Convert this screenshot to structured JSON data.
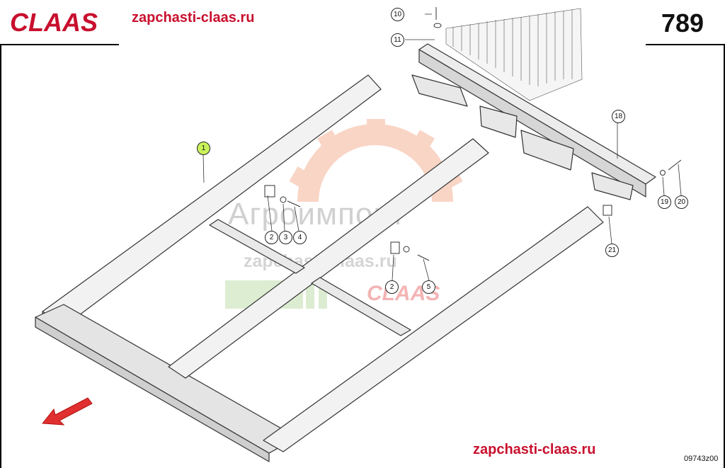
{
  "header": {
    "brand": "CLAAS",
    "site": "zapchasti-claas.ru",
    "page_number": "789"
  },
  "footer": {
    "site": "zapchasti-claas.ru",
    "drawing_id": "09743z00"
  },
  "watermark": {
    "brand": "Агроимпорт",
    "site": "zapchasti-claas.ru",
    "logo": "CLAAS"
  },
  "callouts": [
    {
      "id": "c1",
      "label": "1",
      "highlight": true
    },
    {
      "id": "c2a",
      "label": "2",
      "highlight": false
    },
    {
      "id": "c3",
      "label": "3",
      "highlight": false
    },
    {
      "id": "c4",
      "label": "4",
      "highlight": false
    },
    {
      "id": "c2b",
      "label": "2",
      "highlight": false
    },
    {
      "id": "c5",
      "label": "5",
      "highlight": false
    },
    {
      "id": "c10",
      "label": "10",
      "highlight": false
    },
    {
      "id": "c11",
      "label": "11",
      "highlight": false
    },
    {
      "id": "c18",
      "label": "18",
      "highlight": false
    },
    {
      "id": "c19",
      "label": "19",
      "highlight": false
    },
    {
      "id": "c20",
      "label": "20",
      "highlight": false
    },
    {
      "id": "c21",
      "label": "21",
      "highlight": false
    }
  ],
  "colors": {
    "brand_red": "#c8102e",
    "callout_highlight": "#c9f25a"
  }
}
